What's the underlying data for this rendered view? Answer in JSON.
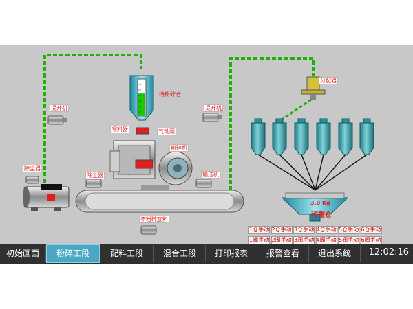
{
  "labels": {
    "waiting_bin": "待粉碎仓",
    "distributor": "分配器",
    "lift_left": "提升机",
    "lift_right": "提升机",
    "feeder": "喂料器",
    "pneumatic_gate": "气动闸",
    "crusher": "粉碎机",
    "dust_remover_left": "除尘器",
    "dust_remover_mid": "除尘器",
    "conveyor": "输送机",
    "bypass_gate": "不粉碎旋料",
    "weigh_bin": "称重仓",
    "weight_value": "3.0",
    "weight_unit": "Kg"
  },
  "bins": {
    "manual_labels": [
      "1仓手动",
      "2仓手动",
      "3仓手动",
      "4仓手动",
      "5仓手动",
      "6仓手动"
    ],
    "valve_labels": [
      "1阀手动",
      "2阀手动",
      "3阀手动",
      "4阀手动",
      "5阀手动",
      "6阀手动"
    ]
  },
  "level": {
    "waiting_bin_fill_percent": 62
  },
  "nav": {
    "items": [
      "初始画面",
      "粉碎工段",
      "配料工段",
      "混合工段",
      "打印报表",
      "报警查看",
      "退出系统"
    ],
    "active_index": 1,
    "clock": "12:02:16"
  },
  "colors": {
    "pipe": "#1db300",
    "canvas_bg": "#c8c8c8",
    "bin": "#2fa0a8",
    "active_tab": "#4aa8c4",
    "label_text": "#d40000"
  }
}
